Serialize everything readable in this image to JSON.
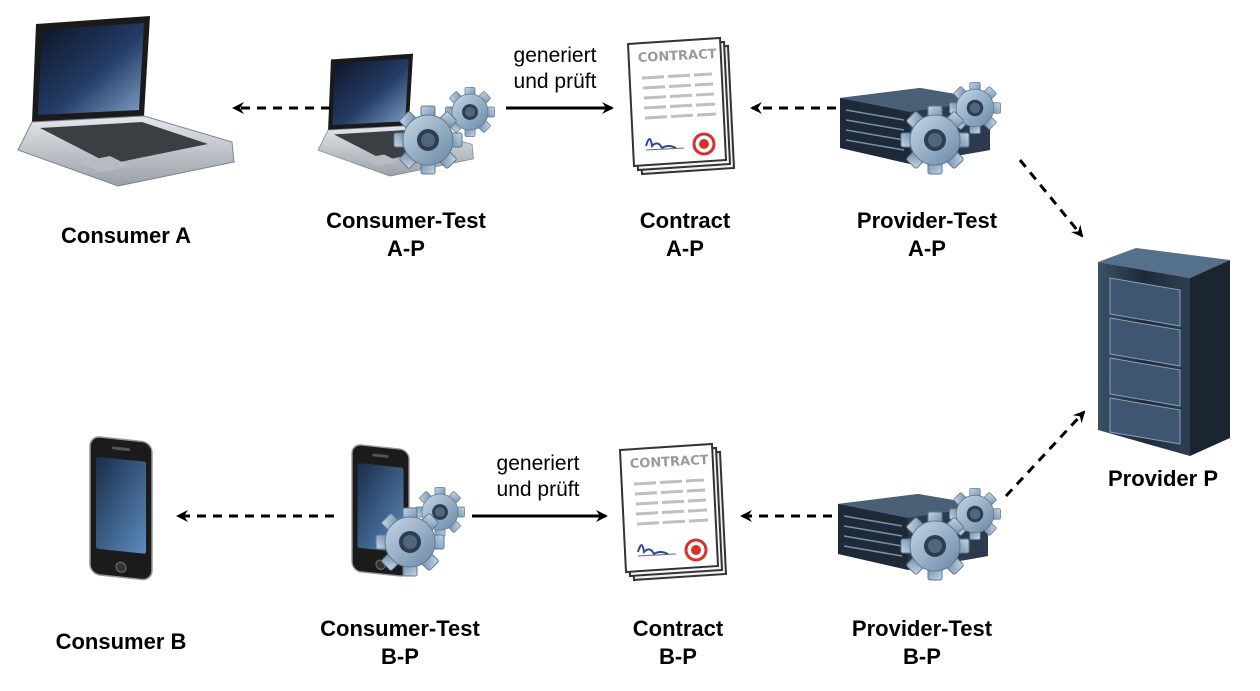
{
  "nodes": {
    "consumer_a": {
      "label": "Consumer A"
    },
    "consumer_b": {
      "label": "Consumer B"
    },
    "provider_p": {
      "label": "Provider P"
    },
    "consumer_test_ap": {
      "line1": "Consumer-Test",
      "line2": "A-P"
    },
    "consumer_test_bp": {
      "line1": "Consumer-Test",
      "line2": "B-P"
    },
    "contract_ap": {
      "line1": "Contract",
      "line2": "A-P",
      "doc_title": "CONTRACT"
    },
    "contract_bp": {
      "line1": "Contract",
      "line2": "B-P",
      "doc_title": "CONTRACT"
    },
    "provider_test_ap": {
      "line1": "Provider-Test",
      "line2": "A-P"
    },
    "provider_test_bp": {
      "line1": "Provider-Test",
      "line2": "B-P"
    }
  },
  "edges": {
    "generates_ap": {
      "line1": "generiert",
      "line2": "und prüft"
    },
    "generates_bp": {
      "line1": "generiert",
      "line2": "und prüft"
    }
  },
  "icons": {
    "consumer_a": "laptop-icon",
    "consumer_b": "smartphone-icon",
    "provider_p": "server-rack-icon",
    "consumer_test_ap": "laptop-gear-icon",
    "consumer_test_bp": "smartphone-gear-icon",
    "contract": "contract-document-icon",
    "provider_test": "server-gear-icon"
  },
  "colors": {
    "gear": "#8fa9c3",
    "gear_dark": "#5d7993",
    "server": "#2c3a4a",
    "seal": "#d9302b",
    "arrow": "#000000"
  }
}
